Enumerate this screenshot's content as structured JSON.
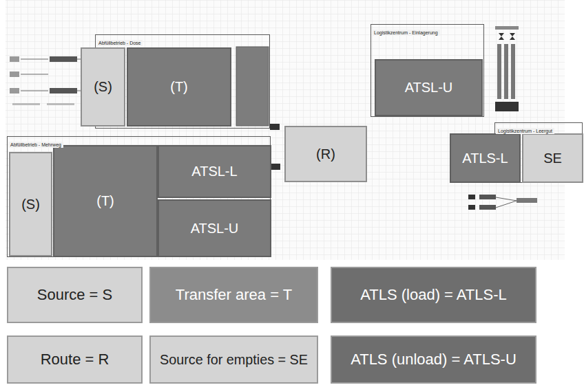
{
  "diagram": {
    "nodes": [
      {
        "text": [
          "Abfüllbetrieb - Dose"
        ]
      },
      {
        "text": [
          "(S)"
        ],
        "in": 0
      },
      {
        "text": [
          "(T)"
        ],
        "in": 0
      },
      {
        "text": [
          "Logistikzentrum - Einlagerung"
        ]
      },
      {
        "text": [
          "ATSL-U"
        ],
        "in": 3
      },
      {
        "text": [
          "Abfüllbetrieb - Mehrweg"
        ]
      },
      {
        "text": [
          "(S)"
        ],
        "in": 5
      },
      {
        "text": [
          "(T)"
        ],
        "in": 5
      },
      {
        "text": [
          "ATSL-L"
        ],
        "in": 5
      },
      {
        "text": [
          "ATSL-U"
        ],
        "in": 5
      },
      {
        "text": [
          "(R)"
        ]
      },
      {
        "text": [
          "Logistikzentrum - Leergut"
        ]
      },
      {
        "text": [
          "ATLS-L"
        ],
        "in": 11
      },
      {
        "text": [
          "SE"
        ],
        "in": 11
      }
    ],
    "legend": [
      {
        "text": "Source = S",
        "color": "#d4d4d4"
      },
      {
        "text": "Transfer area = T",
        "color": "#8c8c8c"
      },
      {
        "text": "ATLS (load) = ATLS-L",
        "color": "#6e6e6e"
      },
      {
        "text": "Route = R",
        "color": "#d4d4d4"
      },
      {
        "text": "Source for empties = SE",
        "color": "#d4d4d4"
      },
      {
        "text": "ATLS (unload) = ATLS-U",
        "color": "#6e6e6e"
      }
    ]
  }
}
